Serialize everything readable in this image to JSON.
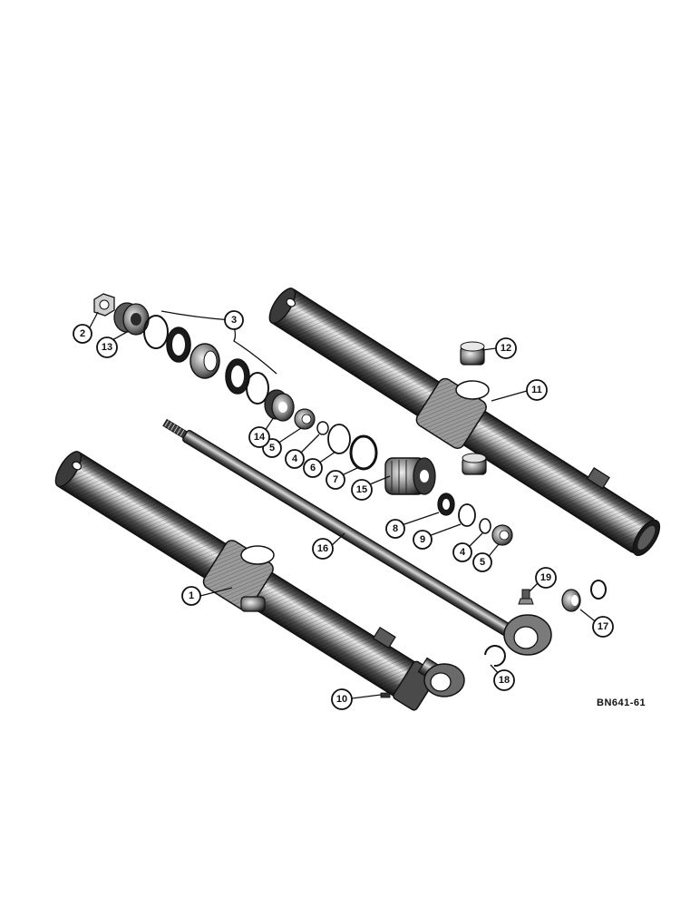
{
  "drawing": {
    "reference_code": "BN641-61"
  },
  "callouts": {
    "c1": "1",
    "c2": "2",
    "c3": "3",
    "c4a": "4",
    "c4b": "4",
    "c5a": "5",
    "c5b": "5",
    "c6": "6",
    "c7": "7",
    "c8": "8",
    "c9": "9",
    "c10": "10",
    "c11": "11",
    "c12": "12",
    "c13": "13",
    "c14": "14",
    "c15": "15",
    "c16": "16",
    "c17": "17",
    "c18": "18",
    "c19": "19"
  },
  "colors": {
    "ink": "#111111",
    "metal_dark": "#2a2a2a",
    "metal_mid": "#6a6a6a",
    "metal_light": "#cfcfcf",
    "paper": "#ffffff"
  }
}
